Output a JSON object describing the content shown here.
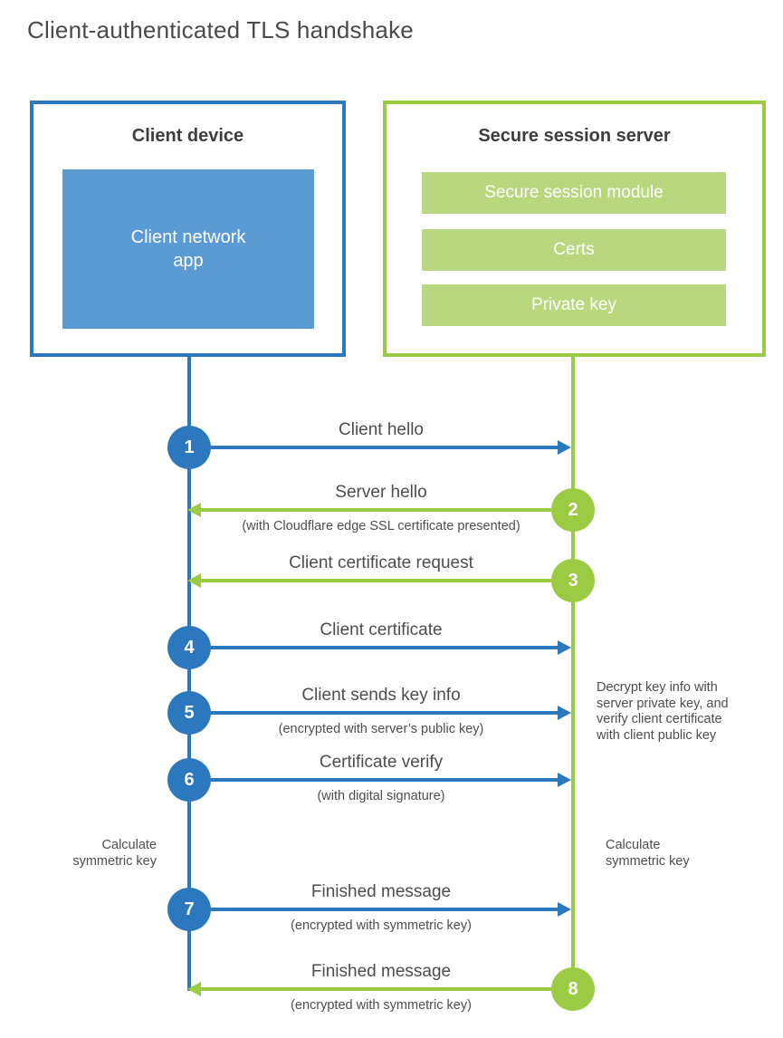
{
  "page": {
    "title": "Client-authenticated TLS handshake"
  },
  "colors": {
    "blue": "#2b78be",
    "blue_fill": "#5b9bd5",
    "green": "#9bca43",
    "green_fill": "#b9d77e",
    "text": "#4d4d4d",
    "heading": "#3d3d3d",
    "title": "#4a4a4a"
  },
  "client_box": {
    "title": "Client device",
    "app_label": "Client network\napp"
  },
  "server_box": {
    "title": "Secure session server",
    "modules": [
      {
        "label": "Secure session module"
      },
      {
        "label": "Certs"
      },
      {
        "label": "Private key"
      }
    ]
  },
  "steps": [
    {
      "num": "1",
      "label": "Client hello",
      "sub": "",
      "from": "client",
      "direction": "right"
    },
    {
      "num": "2",
      "label": "Server hello",
      "sub": "(with Cloudflare edge SSL certificate presented)",
      "from": "server",
      "direction": "left"
    },
    {
      "num": "3",
      "label": "Client certificate request",
      "sub": "",
      "from": "server",
      "direction": "left"
    },
    {
      "num": "4",
      "label": "Client certificate",
      "sub": "",
      "from": "client",
      "direction": "right"
    },
    {
      "num": "5",
      "label": "Client sends key info",
      "sub": "(encrypted with server’s public key)",
      "from": "client",
      "direction": "right"
    },
    {
      "num": "6",
      "label": "Certificate verify",
      "sub": "(with digital signature)",
      "from": "client",
      "direction": "right"
    },
    {
      "num": "7",
      "label": "Finished message",
      "sub": "(encrypted with symmetric key)",
      "from": "client",
      "direction": "right"
    },
    {
      "num": "8",
      "label": "Finished message",
      "sub": "(encrypted with symmetric key)",
      "from": "server",
      "direction": "left"
    }
  ],
  "notes": {
    "server_decrypt": "Decrypt key info with\nserver private key, and\nverify client certificate\nwith client public key",
    "client_calculate": "Calculate\nsymmetric key",
    "server_calculate": "Calculate\nsymmetric key"
  }
}
